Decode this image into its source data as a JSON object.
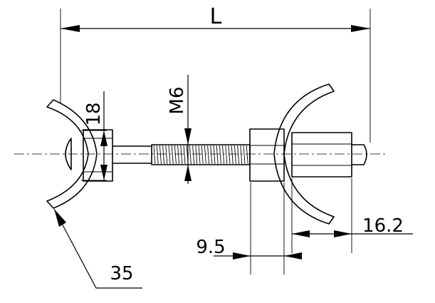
{
  "dimensions": {
    "length": "L",
    "thread": "M6",
    "nut_height": "18",
    "radius": "35",
    "offset_left": "9.5",
    "offset_right": "16.2"
  }
}
